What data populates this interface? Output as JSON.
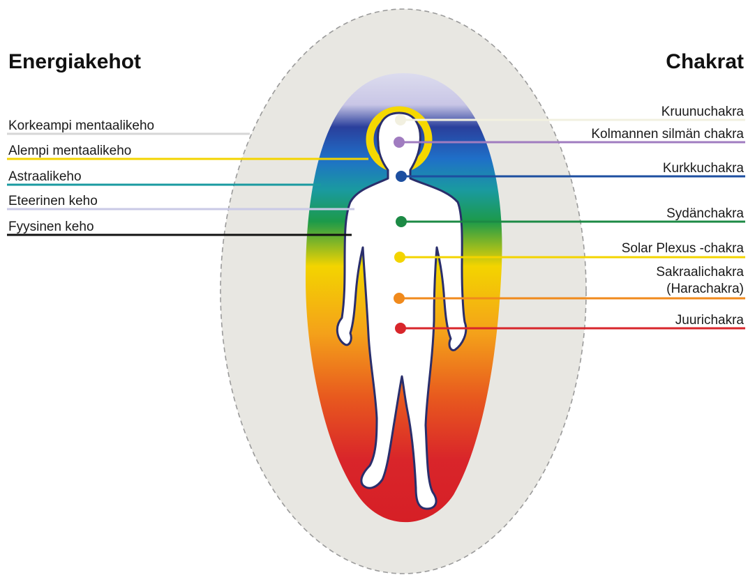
{
  "headings": {
    "left": "Energiakehot",
    "right": "Chakrat"
  },
  "bodies": [
    {
      "label": "Korkeampi mentaalikeho",
      "color": "#d9d9d9"
    },
    {
      "label": "Alempi mentaalikeho",
      "color": "#f3d400"
    },
    {
      "label": "Astraalikeho",
      "color": "#1a9aa0"
    },
    {
      "label": "Eteerinen keho",
      "color": "#c9c9e6"
    },
    {
      "label": "Fyysinen keho",
      "color": "#111111"
    }
  ],
  "chakras": [
    {
      "label": "Kruunuchakra",
      "color": "#f2f0e0"
    },
    {
      "label": "Kolmannen silmän chakra",
      "color": "#a07cc0"
    },
    {
      "label": "Kurkkuchakra",
      "color": "#1d4fa0"
    },
    {
      "label": "Sydänchakra",
      "color": "#1c8a45"
    },
    {
      "label": "Solar Plexus -chakra",
      "color": "#f3d400"
    },
    {
      "label": "Sakraalichakra",
      "label2": "(Harachakra)",
      "color": "#f08a1c"
    },
    {
      "label": "Juurichakra",
      "color": "#d8262b"
    }
  ],
  "colors": {
    "outer_aura": "#e8e7e2",
    "aura_gradient": [
      "#dcdcee",
      "#1f3f9e",
      "#1e7fd0",
      "#1a9aa0",
      "#1c9a4a",
      "#f3d400",
      "#f08a1c",
      "#e04020",
      "#d61f26"
    ]
  }
}
